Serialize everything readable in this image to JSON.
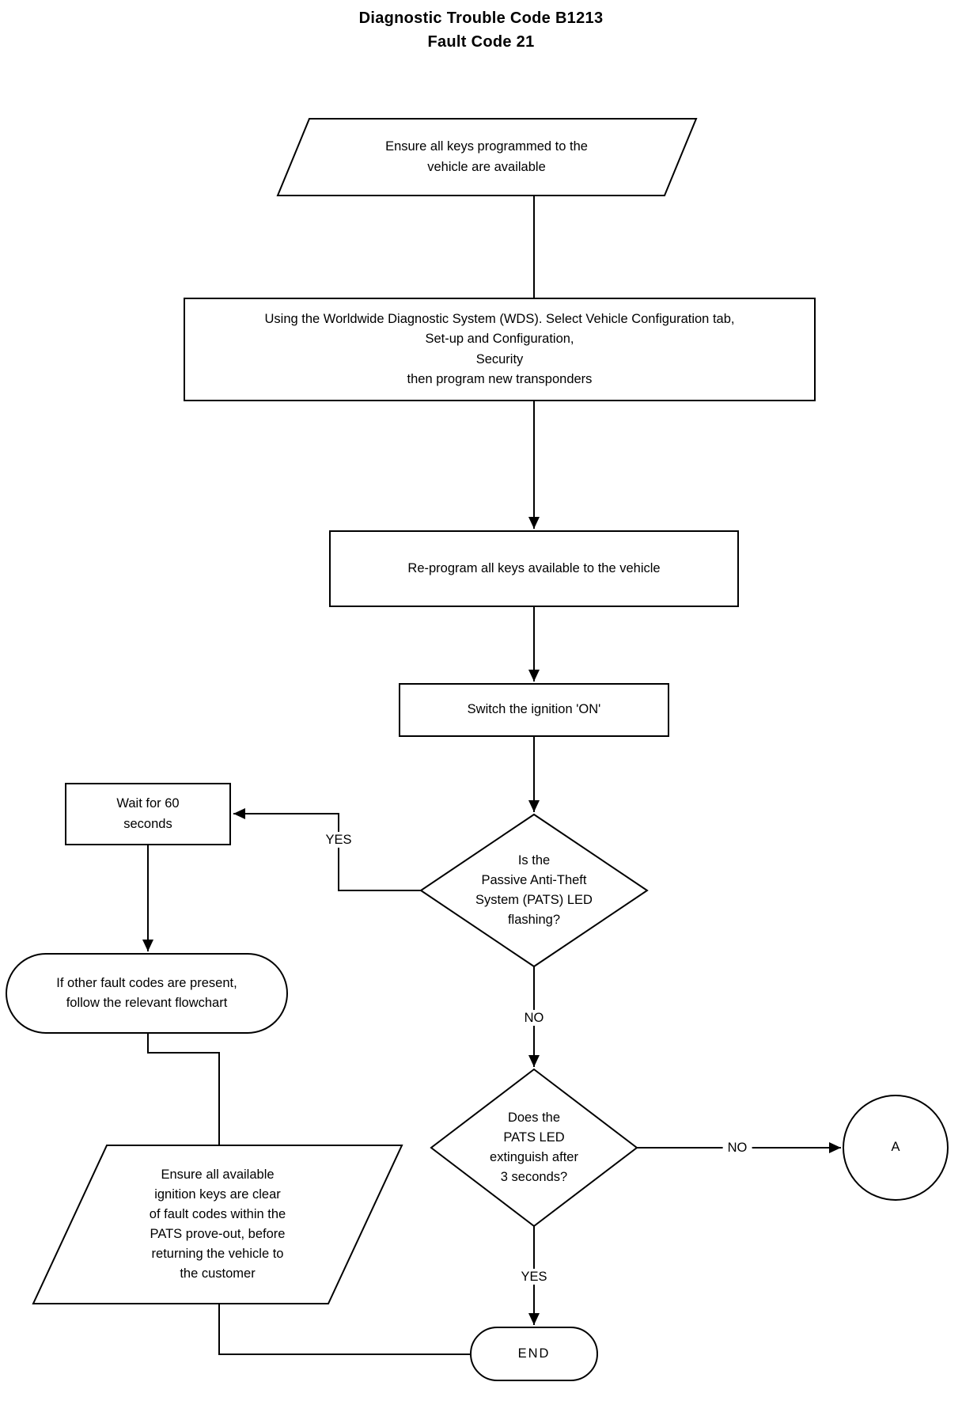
{
  "title": {
    "text": "Diagnostic Trouble Code B1213\nFault Code 21"
  },
  "nodes": {
    "ensure_keys": {
      "shape": "parallelogram",
      "text": "Ensure all keys programmed to the\nvehicle are available"
    },
    "wds": {
      "shape": "rectangle",
      "text": "Using the Worldwide Diagnostic System (WDS). Select Vehicle Configuration tab,\nSet-up and Configuration,\nSecurity\nthen program new transponders"
    },
    "reprogram": {
      "shape": "rectangle",
      "text": "Re-program all keys available to the vehicle"
    },
    "switch_ignition": {
      "shape": "rectangle",
      "text": "Switch the ignition 'ON'"
    },
    "pats_flashing": {
      "shape": "diamond",
      "text": "Is the\nPassive Anti-Theft\nSystem (PATS) LED\nflashing?"
    },
    "wait60": {
      "shape": "rectangle",
      "text": "Wait for 60\nseconds"
    },
    "other_faults": {
      "shape": "stadium",
      "text": "If other fault codes are present,\nfollow the relevant flowchart"
    },
    "ensure_clear": {
      "shape": "parallelogram",
      "text": "Ensure all available\nignition keys are clear\nof fault codes within the\nPATS prove-out, before\nreturning the vehicle to\nthe customer"
    },
    "extinguish": {
      "shape": "diamond",
      "text": "Does the\nPATS LED\nextinguish after\n3 seconds?"
    },
    "connector_a": {
      "shape": "circle",
      "text": "A"
    },
    "end": {
      "shape": "stadium",
      "text": "END"
    }
  },
  "labels": {
    "yes_flashing": "YES",
    "no_flashing": "NO",
    "no_extinguish": "NO",
    "yes_extinguish": "YES"
  },
  "colors": {
    "line": "#000000",
    "background": "#ffffff"
  }
}
